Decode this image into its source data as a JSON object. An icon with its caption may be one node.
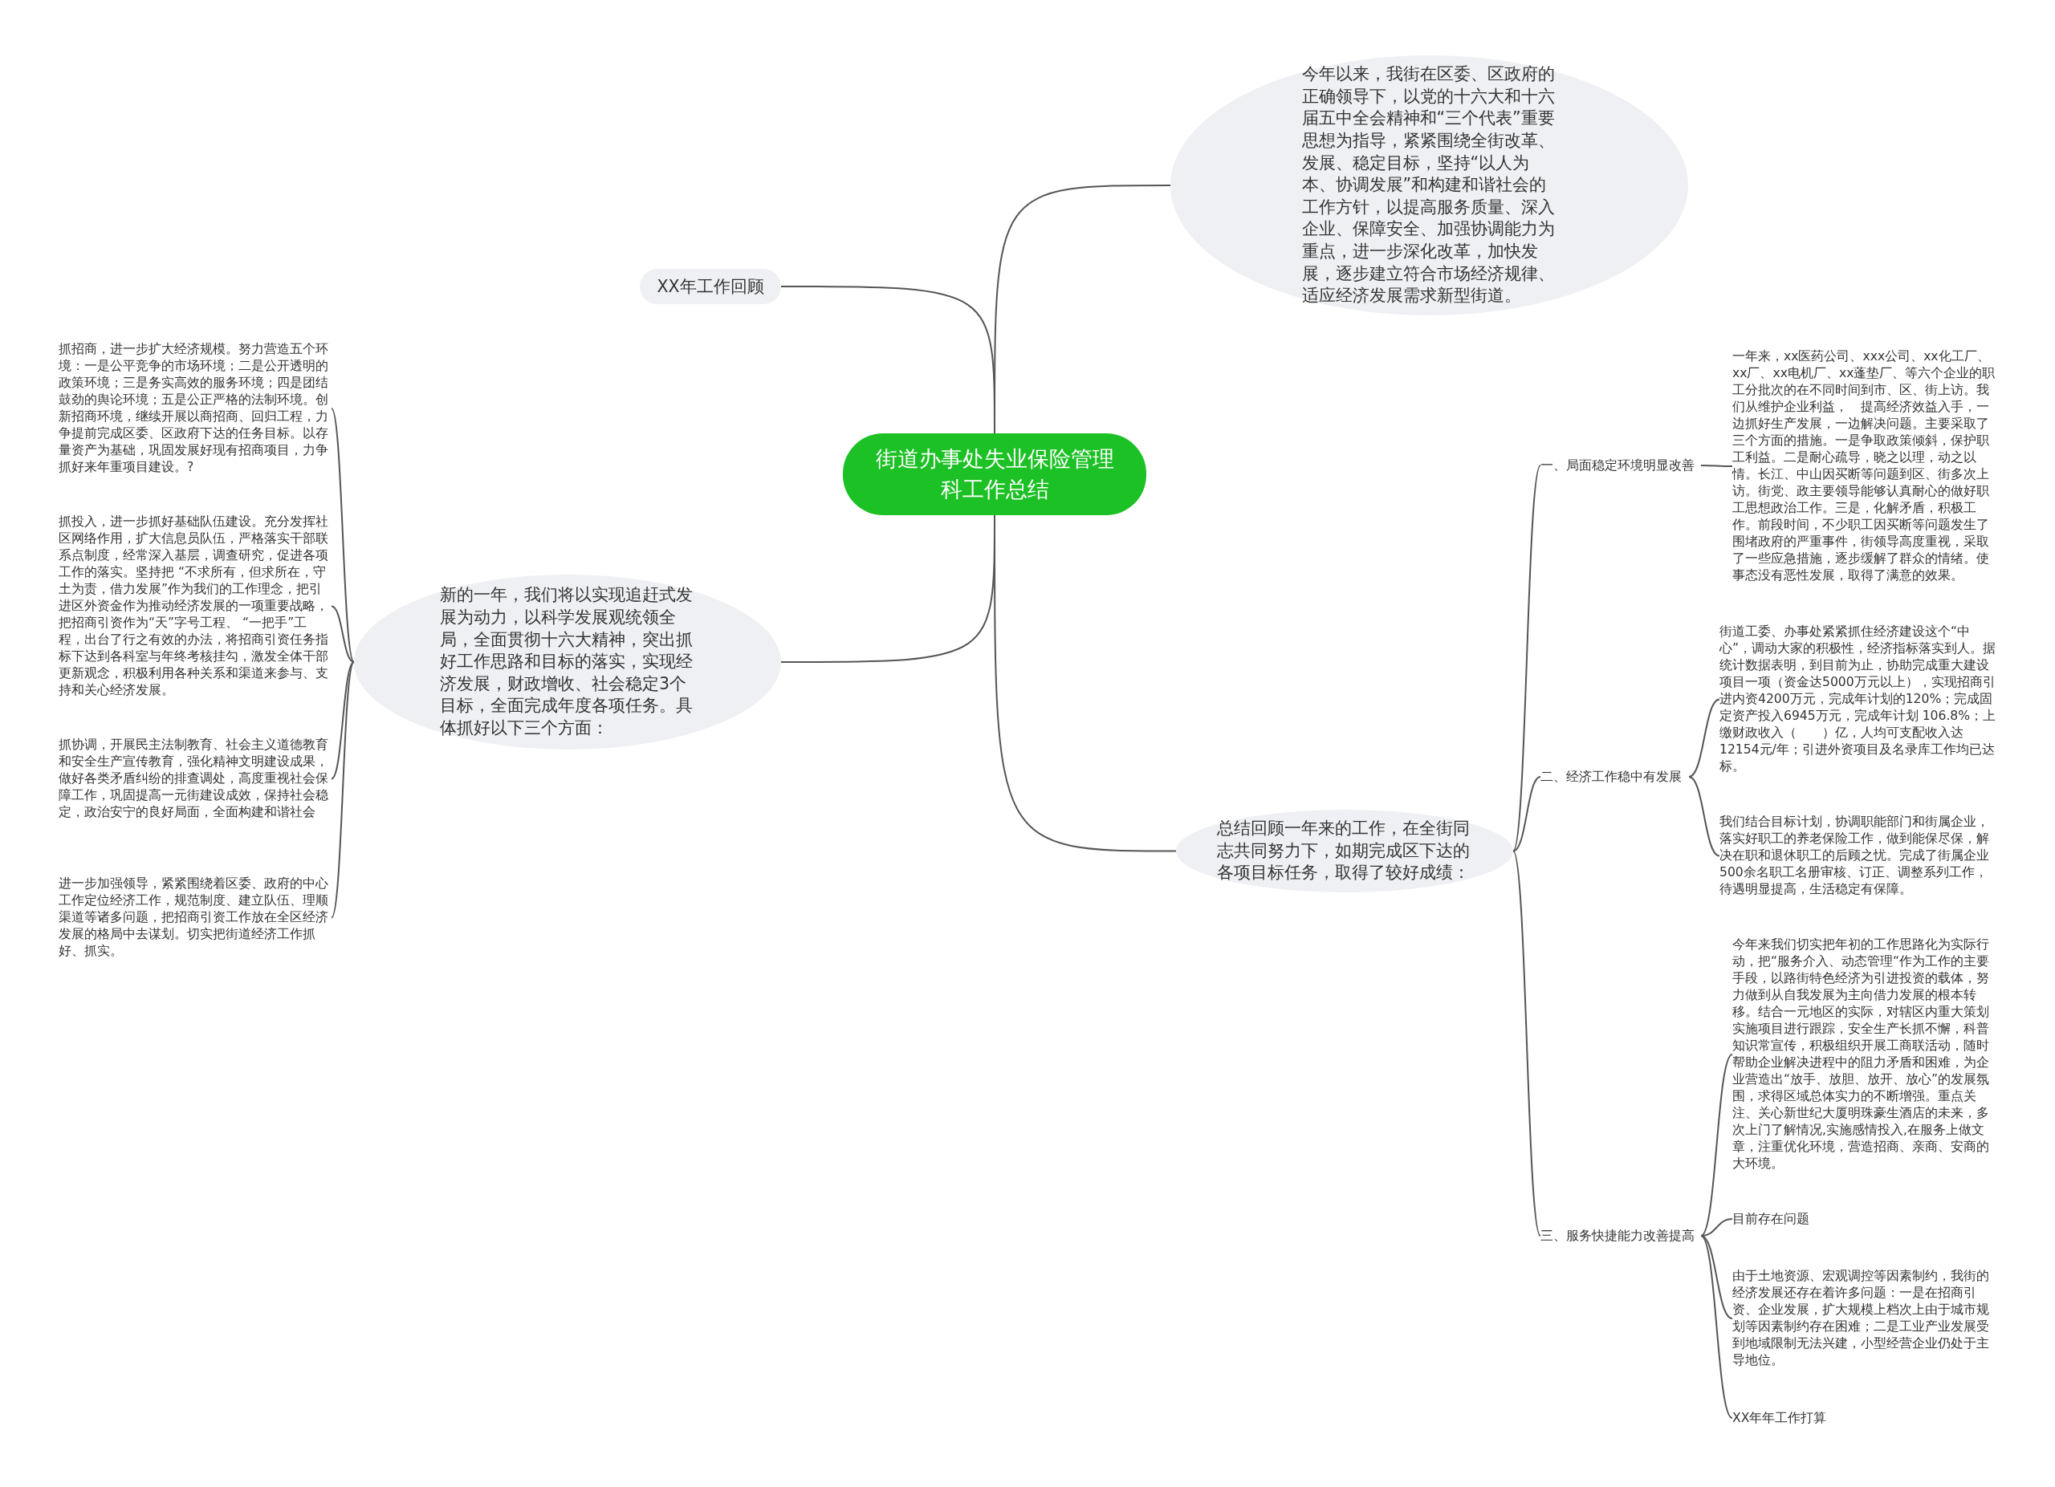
{
  "diagram": {
    "nodes": [
      {
        "text": [
          "街道办事处失业保险管理科工作总结"
        ]
      },
      {
        "text": [
          "今年以来，我街在区委、区政府的正确领导下，以党的十六大和十六届五中全会精神和“三个代表”重要思想为指导，紧紧围绕全街改革、发展、稳定目标，坚持“以人为本、协调发展”和构建和谐社会的工作方针，以提高服务质量、深入企业、保障安全、加强协调能力为重点，进一步深化改革，加快发展，逐步建立符合市场经济规律、适应经济发展需求新型街道。"
        ]
      },
      {
        "text": [
          "XX年工作回顾"
        ]
      },
      {
        "text": [
          "新的一年，我们将以实现追赶式发展为动力，以科学发展观统领全局，全面贯彻十六大精神，突出抓好工作思路和目标的落实，实现经济发展，财政增收、社会稳定3个目标，全面完成年度各项任务。具体抓好以下三个方面："
        ]
      },
      {
        "text": [
          "抓招商，进一步扩大经济规模。努力营造五个环境：一是公平竞争的市场环境；二是公开透明的政策环境；三是务实高效的服务环境；四是团结鼓劲的舆论环境；五是公正严格的法制环境。创新招商环境，继续开展以商招商、回归工程，力争提前完成区委、区政府下达的任务目标。以存量资产为基础，巩固发展好现有招商项目，力争抓好来年重项目建设。?"
        ]
      },
      {
        "text": [
          "抓投入，进一步抓好基础队伍建设。充分发挥社区网络作用，扩大信息员队伍，严格落实干部联系点制度，经常深入基层，调查研究，促进各项工作的落实。坚持把 “不求所有，但求所在，守土为责，借力发展”作为我们的工作理念，把引进区外资金作为推动经济发展的一项重要战略，把招商引资作为“天”字号工程、 “一把手”工程，出台了行之有效的办法，将招商引资任务指标下达到各科室与年终考核挂勾，激发全体干部更新观念，积极利用各种关系和渠道来参与、支持和关心经济发展。"
        ]
      },
      {
        "text": [
          "抓协调，开展民主法制教育、社会主义道德教育和安全生产宣传教育，强化精神文明建设成果，做好各类矛盾纠纷的排查调处，高度重视社会保障工作，巩固提高一元街建设成效，保持社会稳定，政治安宁的良好局面，全面构建和谐社会"
        ]
      },
      {
        "text": [
          "进一步加强领导，紧紧围绕着区委、政府的中心工作定位经济工作，规范制度、建立队伍、理顺渠道等诸多问题，把招商引资工作放在全区经济发展的格局中去谋划。切实把街道经济工作抓好、抓实。"
        ]
      },
      {
        "text": [
          "总结回顾一年来的工作，在全街同志共同努力下，如期完成区下达的各项目标任务，取得了较好成绩："
        ]
      },
      {
        "text": [
          "一、局面稳定环境明显改善"
        ]
      },
      {
        "text": [
          "一年来，xx医药公司、xxx公司、xx化工厂、xx厂、xx电机厂、xx蓬垫厂、等六个企业的职工分批次的在不同时间到市、区、街上访。我们从维护企业利益，　提高经济效益入手，一边抓好生产发展，一边解决问题。主要采取了三个方面的措施。一是争取政策倾斜，保护职工利益。二是耐心疏导，晓之以理，动之以情。长江、中山因买断等问题到区、街多次上访。街党、政主要领导能够认真耐心的做好职工思想政治工作。三是，化解矛盾，积极工作。前段时间，不少职工因买断等问题发生了围堵政府的严重事件，街领导高度重视，采取了一些应急措施，逐步缓解了群众的情绪。使事态没有恶性发展，取得了满意的效果。"
        ]
      },
      {
        "text": [
          "二、经济工作稳中有发展"
        ]
      },
      {
        "text": [
          "街道工委、办事处紧紧抓住经济建设这个“中心”，调动大家的积极性，经济指标落实到人。据统计数据表明，到目前为止，协助完成重大建设项目一项（资金达5000万元以上），实现招商引进内资4200万元，完成年计划的120%；完成固定资产投入6945万元，完成年计划 106.8%；上缴财政收入（　　）亿，人均可支配收入达12154元/年；引进外资项目及名录库工作均已达标。"
        ]
      },
      {
        "text": [
          "我们结合目标计划，协调职能部门和街属企业，落实好职工的养老保险工作，做到能保尽保，解决在职和退休职工的后顾之忧。完成了街属企业500余名职工名册审核、订正、调整系列工作，待遇明显提高，生活稳定有保障。"
        ]
      },
      {
        "text": [
          "三、服务快捷能力改善提高"
        ]
      },
      {
        "text": [
          "今年来我们切实把年初的工作思路化为实际行动，把“服务介入、动态管理“作为工作的主要手段，以路街特色经济为引进投资的载体，努力做到从自我发展为主向借力发展的根本转移。结合一元地区的实际，对辖区内重大策划实施项目进行跟踪，安全生产长抓不懈，科普知识常宣传，积极组织开展工商联活动，随时帮助企业解决进程中的阻力矛盾和困难，为企业营造出“放手、放胆、放开、放心”的发展氛围，求得区域总体实力的不断增强。重点关注、关心新世纪大厦明珠豪生酒店的未来，多次上门了解情况,实施感情投入,在服务上做文章，注重优化环境，营造招商、亲商、安商的大环境。"
        ]
      },
      {
        "text": [
          "目前存在问题"
        ]
      },
      {
        "text": [
          "由于土地资源、宏观调控等因素制约，我街的经济发展还存在着许多问题：一是在招商引资、企业发展，扩大规模上档次上由于城市规划等因素制约存在困难；二是工业产业发展受到地域限制无法兴建，小型经营企业仍处于主导地位。"
        ]
      },
      {
        "text": [
          "XX年年工作打算"
        ]
      }
    ],
    "edges": [
      {
        "from": 0,
        "to": 1,
        "arrow": "none"
      },
      {
        "from": 0,
        "to": 2,
        "arrow": "none"
      },
      {
        "from": 0,
        "to": 3,
        "arrow": "none"
      },
      {
        "from": 0,
        "to": 8,
        "arrow": "none"
      },
      {
        "from": 3,
        "to": 4,
        "arrow": "none"
      },
      {
        "from": 3,
        "to": 5,
        "arrow": "none"
      },
      {
        "from": 3,
        "to": 6,
        "arrow": "none"
      },
      {
        "from": 3,
        "to": 7,
        "arrow": "none"
      },
      {
        "from": 8,
        "to": 9,
        "arrow": "none"
      },
      {
        "from": 8,
        "to": 11,
        "arrow": "none"
      },
      {
        "from": 8,
        "to": 14,
        "arrow": "none"
      },
      {
        "from": 9,
        "to": 10,
        "arrow": "none"
      },
      {
        "from": 11,
        "to": 12,
        "arrow": "none"
      },
      {
        "from": 11,
        "to": 13,
        "arrow": "none"
      },
      {
        "from": 14,
        "to": 15,
        "arrow": "none"
      },
      {
        "from": 14,
        "to": 16,
        "arrow": "none"
      },
      {
        "from": 14,
        "to": 17,
        "arrow": "none"
      },
      {
        "from": 14,
        "to": 18,
        "arrow": "none"
      }
    ]
  }
}
